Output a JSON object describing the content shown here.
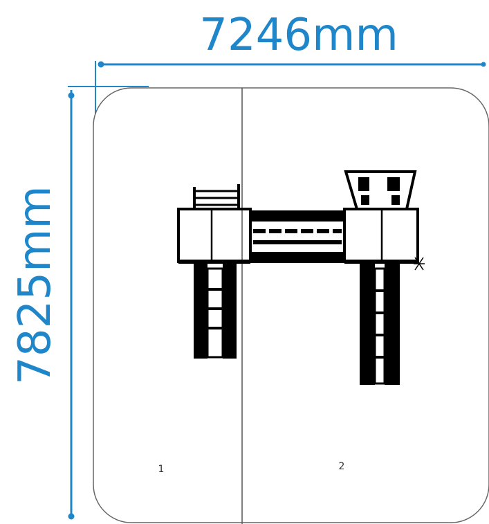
{
  "dimensions": {
    "width_label": "7246mm",
    "height_label": "7825mm"
  },
  "zones": [
    "1",
    "2"
  ],
  "colors": {
    "dimension": "#1f87c9",
    "outline": "#444444",
    "equipment": "#000000",
    "background": "#ffffff"
  }
}
